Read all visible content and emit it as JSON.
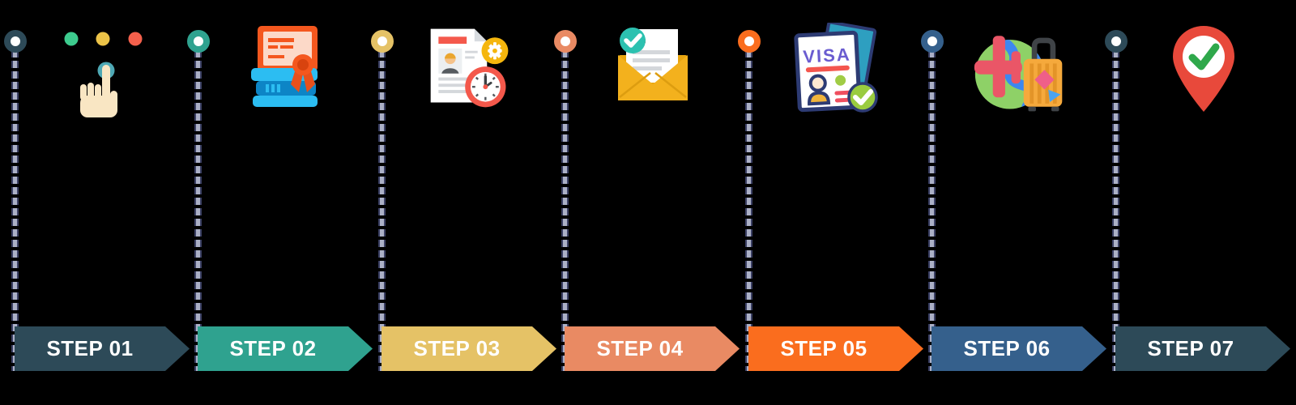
{
  "background": "#000000",
  "timeline": {
    "dash_fill": "#abb0c6",
    "dash_edge": "#3a3f63"
  },
  "steps": [
    {
      "label": "STEP 01",
      "accent": "#2d4a58",
      "icon": "tap-gesture-icon"
    },
    {
      "label": "STEP 02",
      "accent": "#2fa28f",
      "icon": "books-certificate-icon"
    },
    {
      "label": "STEP 03",
      "accent": "#e5c266",
      "icon": "resume-clock-gear-icon"
    },
    {
      "label": "STEP 04",
      "accent": "#e98a63",
      "icon": "offer-letter-envelope-icon"
    },
    {
      "label": "STEP 05",
      "accent": "#fa6d1e",
      "icon": "visa-approved-icon"
    },
    {
      "label": "STEP 06",
      "accent": "#35608c",
      "icon": "travel-globe-luggage-icon"
    },
    {
      "label": "STEP 07",
      "accent": "#2d4a58",
      "icon": "destination-check-pin-icon"
    }
  ],
  "icon_colors": {
    "dot_green": "#3dcb8e",
    "dot_yellow": "#ecc348",
    "dot_red": "#f4604c",
    "hand_skin": "#f9e6c3",
    "touch_teal": "#4ea8b4",
    "cert_orange": "#f4571e",
    "cert_paper": "#fcd9c8",
    "book_light_blue": "#2cbdf2",
    "book_dark_blue": "#0d85c6",
    "clock_red": "#f4584b",
    "gear_yellow": "#f5b60d",
    "envelope_gold": "#f3b11d",
    "badge_teal": "#2cc1b0",
    "visa_navy": "#2d3b73",
    "visa_purple": "#6a5cd0",
    "visa_back_card": "#2e9fc0",
    "badge_green": "#9acc3f",
    "shirt_gold": "#f0b43c",
    "globe_green": "#8ed167",
    "continent_blue": "#3d87f0",
    "plane_pink": "#ea5667",
    "suitcase_orange": "#f5a93c",
    "pin_red": "#e8493b",
    "check_green": "#2fa84b"
  }
}
